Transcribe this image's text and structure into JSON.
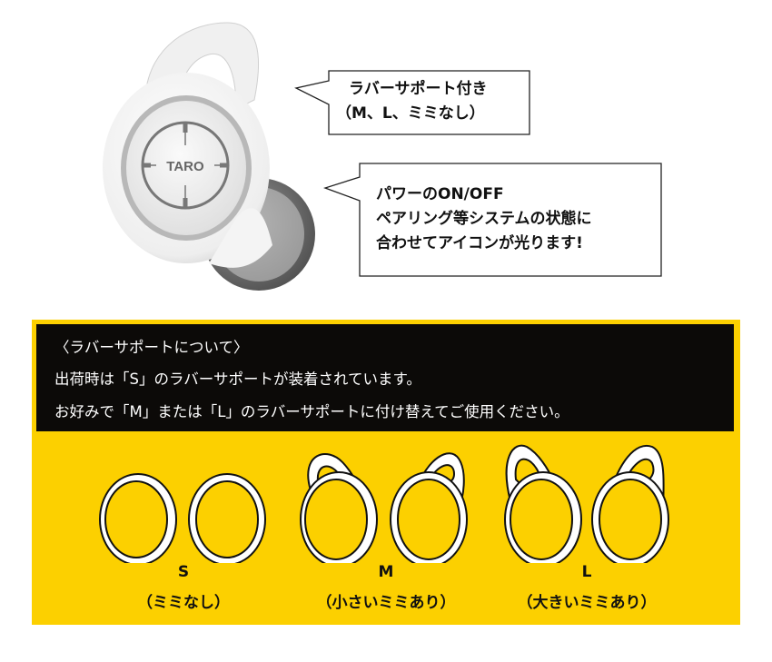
{
  "product": {
    "logo_text": "TARO"
  },
  "callouts": [
    {
      "lines": [
        "ラバーサポート付き",
        "（M、L、ミミなし）"
      ]
    },
    {
      "lines": [
        "パワーのON/OFF",
        "ペアリング等システムの状態に",
        "合わせてアイコンが光ります!"
      ]
    }
  ],
  "info": {
    "heading": "〈ラバーサポートについて〉",
    "line1": "出荷時は「S」のラバーサポートが装着されています。",
    "line2": "お好みで「M」または「L」のラバーサポートに付け替えてご使用ください。"
  },
  "sizes": [
    {
      "label": "S",
      "desc": "（ミミなし）"
    },
    {
      "label": "M",
      "desc": "（小さいミミあり）"
    },
    {
      "label": "L",
      "desc": "（大きいミミあり）"
    }
  ],
  "colors": {
    "panel": "#fcd000",
    "info_bg": "#0c0a08"
  }
}
